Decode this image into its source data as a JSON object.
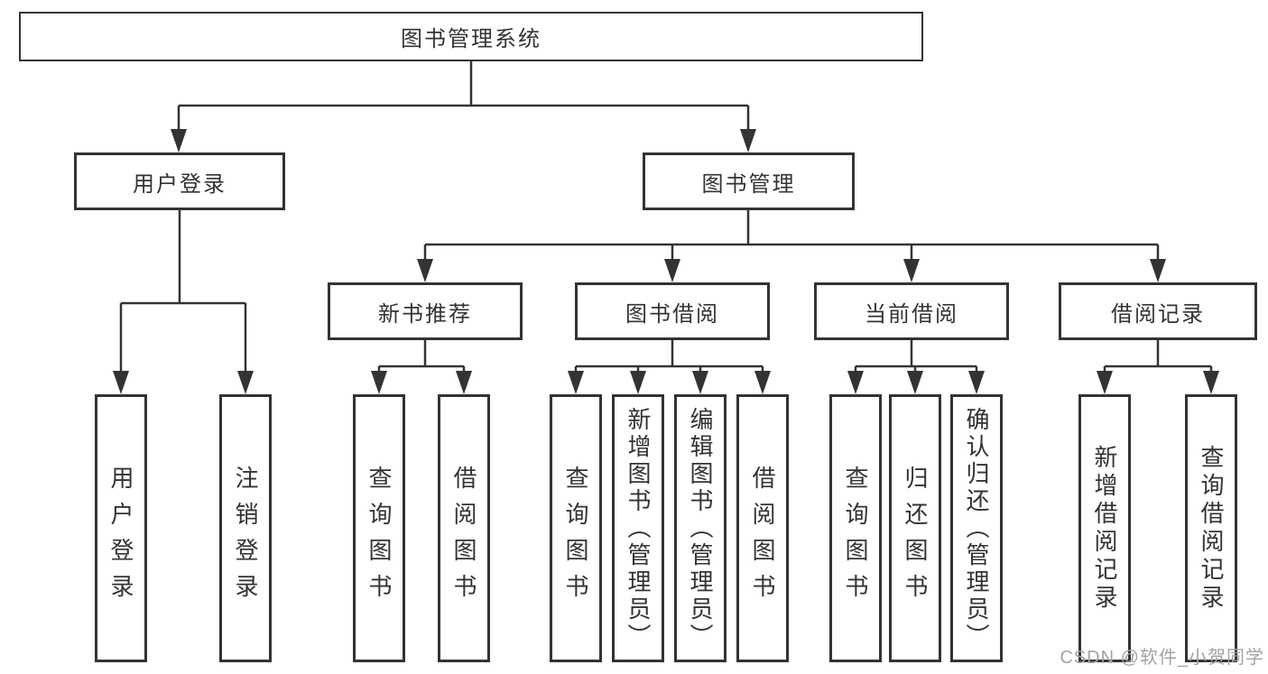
{
  "colors": {
    "line": "#333333",
    "text": "#333333",
    "background": "#ffffff",
    "watermark": "#a3a3a3"
  },
  "tree": {
    "root": {
      "label": "图书管理系统",
      "children": [
        {
          "label": "用户登录",
          "children": [
            {
              "label": "用户登录"
            },
            {
              "label": "注销登录"
            }
          ]
        },
        {
          "label": "图书管理",
          "children": [
            {
              "label": "新书推荐",
              "children": [
                {
                  "label": "查询图书"
                },
                {
                  "label": "借阅图书"
                }
              ]
            },
            {
              "label": "图书借阅",
              "children": [
                {
                  "label": "查询图书"
                },
                {
                  "label": "新增图书（管理员）"
                },
                {
                  "label": "编辑图书（管理员）"
                },
                {
                  "label": "借阅图书"
                }
              ]
            },
            {
              "label": "当前借阅",
              "children": [
                {
                  "label": "查询图书"
                },
                {
                  "label": "归还图书"
                },
                {
                  "label": "确认归还（管理员）"
                }
              ]
            },
            {
              "label": "借阅记录",
              "children": [
                {
                  "label": "新增借阅记录"
                },
                {
                  "label": "查询借阅记录"
                }
              ]
            }
          ]
        }
      ]
    }
  },
  "watermark": "CSDN @软件_小贺同学"
}
